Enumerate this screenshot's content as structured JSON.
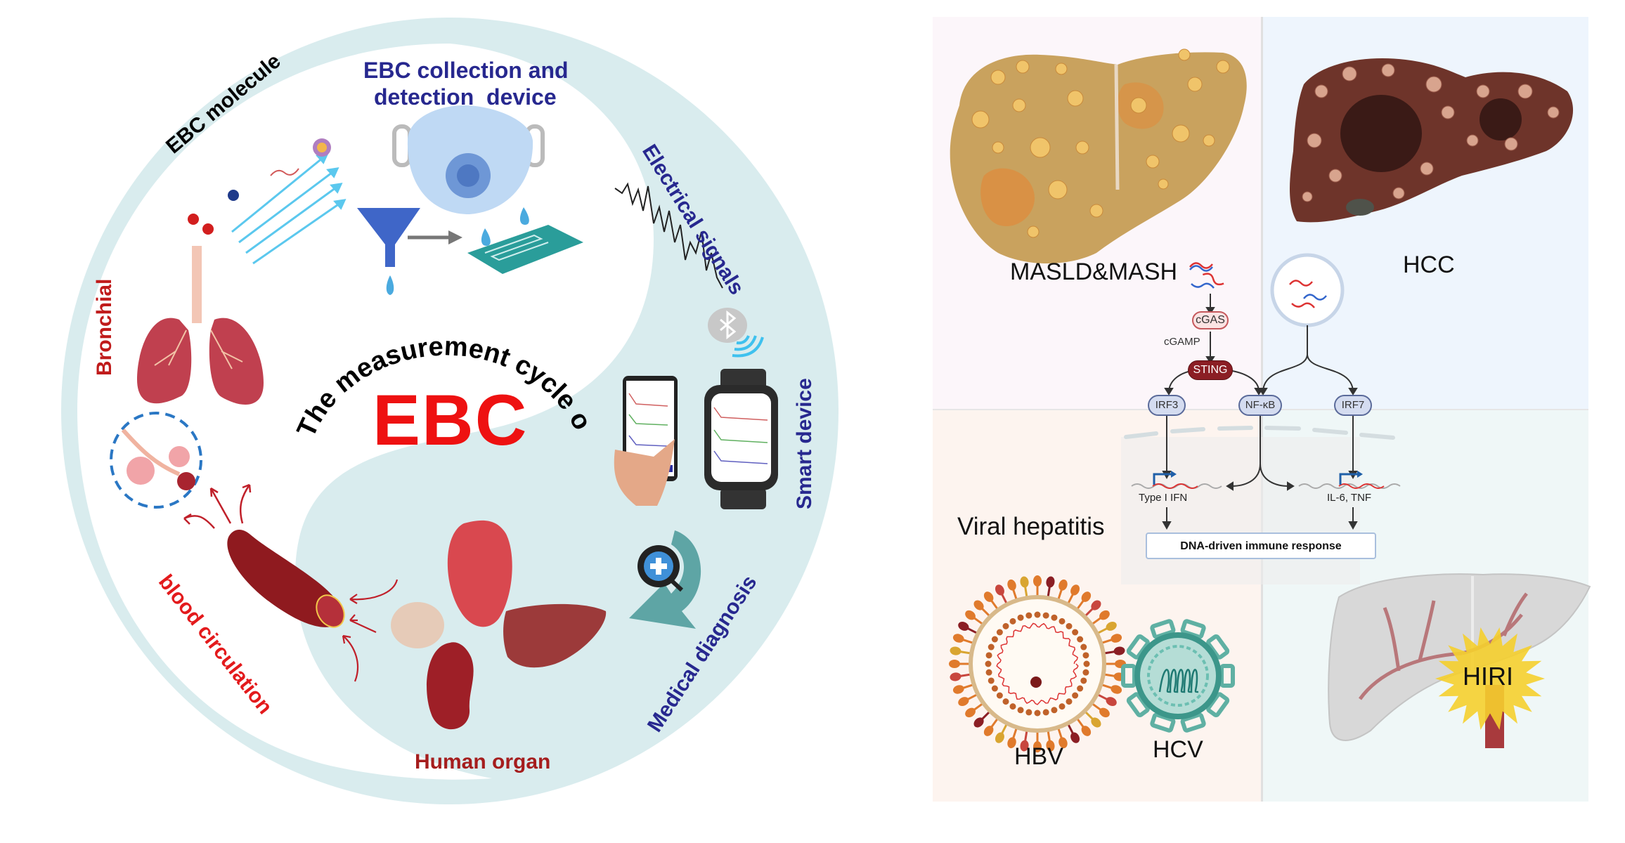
{
  "left_panel": {
    "title_arc": "The measurement cycle of",
    "title_main": "EBC",
    "labels": {
      "collection_line1": "EBC collection and",
      "collection_line2": "detection  device",
      "ebc_molecule": "EBC molecule",
      "electrical_signals": "Electrical signals",
      "smart_device": "Smart device",
      "medical_diagnosis": "Medical diagnosis",
      "human_organ": "Human organ",
      "blood_circulation": "blood circulation",
      "bronchial": "Bronchial"
    },
    "colors": {
      "ring": "#d9ecee",
      "blue_text": "#27288f",
      "red_text": "#d7191c",
      "ebc_red": "#ee1111"
    }
  },
  "right_panel": {
    "quadrants": {
      "top_left": "MASLD&MASH",
      "top_right": "HCC",
      "bottom_left": "Viral hepatitis",
      "bottom_right": "HIRI"
    },
    "pathway": {
      "cgas": "cGAS",
      "cgamp": "cGAMP",
      "sting": "STING",
      "irf3": "IRF3",
      "nfkb": "NF-κB",
      "irf7": "IRF7",
      "gene_left": "Type I IFN",
      "gene_right": "IL-6, TNF",
      "response": "DNA-driven immune response"
    },
    "viruses": {
      "hbv": "HBV",
      "hcv": "HCV"
    },
    "colors": {
      "q_top_left": "#fcf6fa",
      "q_top_right": "#eef5fd",
      "q_bottom_left": "#fdf4ef",
      "q_bottom_right": "#eff7f7",
      "node_fill": "#d4dcf0",
      "node_border": "#5a6a9a",
      "sting_fill": "#8b1e24",
      "cgas_fill": "#fbe3e3"
    }
  }
}
